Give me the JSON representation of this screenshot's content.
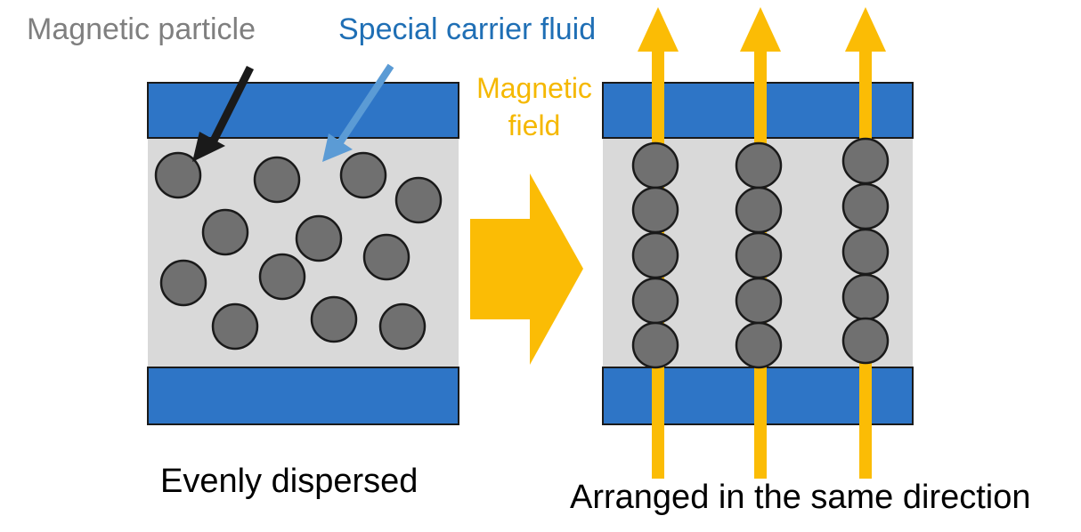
{
  "labels": {
    "magnetic_particle": "Magnetic particle",
    "carrier_fluid": "Special carrier fluid",
    "magnetic_field": "Magnetic field"
  },
  "captions": {
    "left": "Evenly dispersed",
    "right": "Arranged in the same direction"
  },
  "colors": {
    "plate": "#2e75c6",
    "fluid": "#d9d9d9",
    "particle": "#707070",
    "field_arrow": "#fbbc05",
    "particle_pointer": "#1a1a1a",
    "fluid_pointer": "#5b9bd5"
  },
  "diagram": {
    "left_state": "particles randomly dispersed in fluid",
    "right_state": "particles aligned in 3 chains along field",
    "chain_count": 3,
    "particles_per_chain": 5
  }
}
